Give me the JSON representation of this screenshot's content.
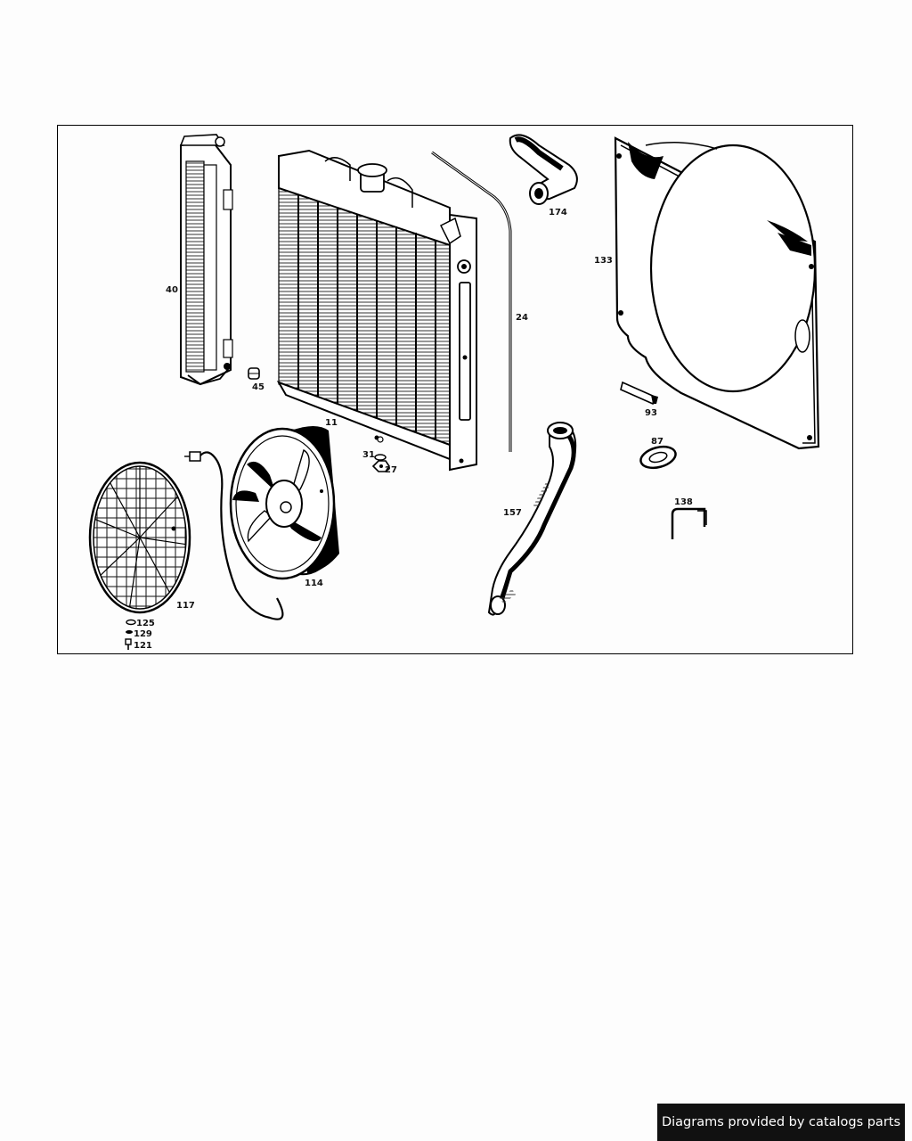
{
  "diagram": {
    "callouts": {
      "p40": "40",
      "p45": "45",
      "p11": "11",
      "p24": "24",
      "p174": "174",
      "p133": "133",
      "p93": "93",
      "p87": "87",
      "p138": "138",
      "p157": "157",
      "p31": "31",
      "p27": "27",
      "p114": "114",
      "p117": "117",
      "p125": "125",
      "p129": "129",
      "p121": "121"
    }
  },
  "footer": {
    "text": "Diagrams provided by catalogs parts"
  }
}
